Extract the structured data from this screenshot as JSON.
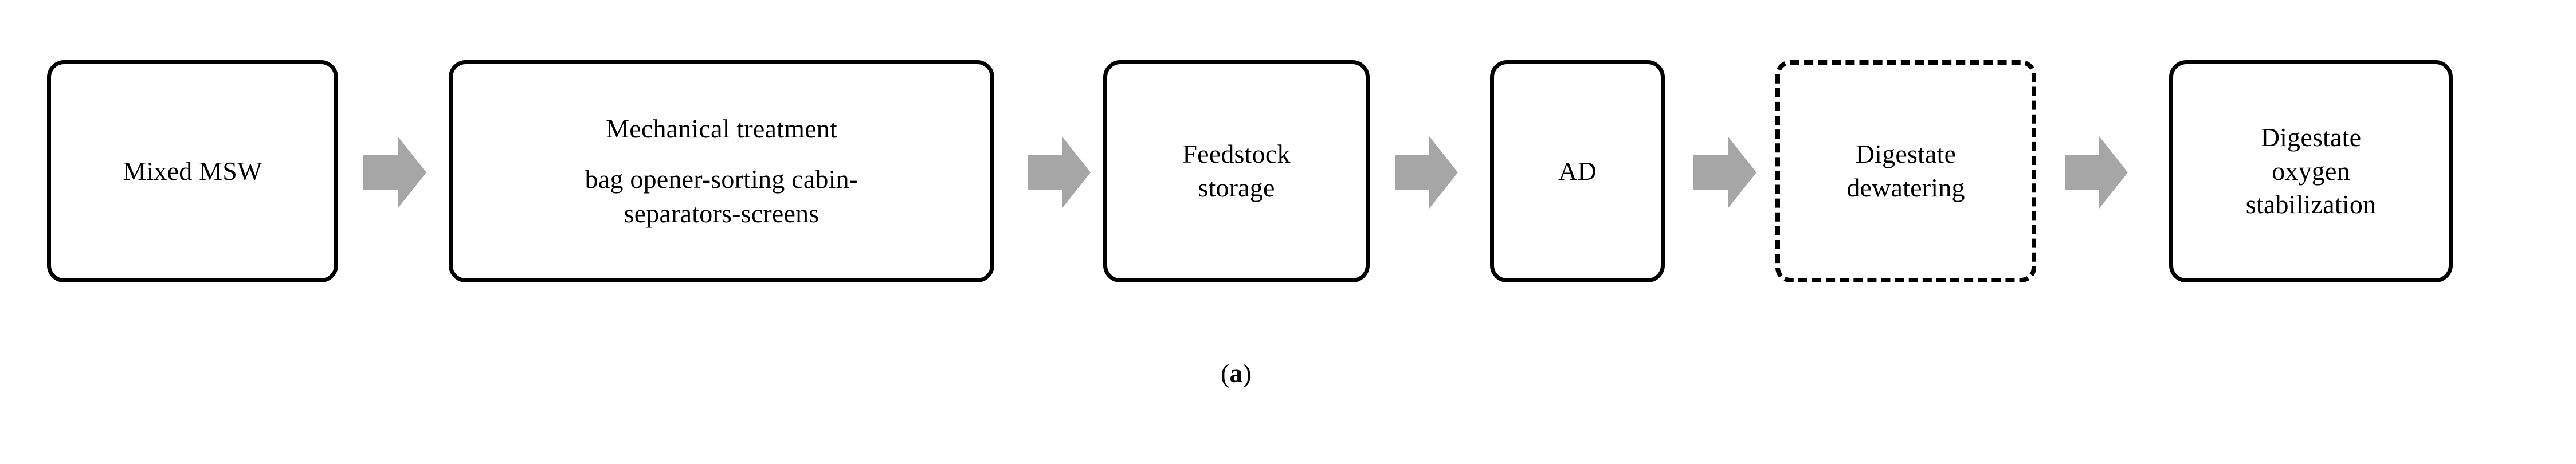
{
  "figure": {
    "caption_open": "(",
    "caption_letter": "a",
    "caption_close": ")",
    "arrow_color": "#A6A6A6",
    "box_border_color": "#000000",
    "text_color": "#000000",
    "background_color": "#FFFFFF"
  },
  "flow": {
    "nodes": [
      {
        "id": "mixed-msw",
        "style": "solid",
        "lines": [
          "Mixed MSW"
        ]
      },
      {
        "id": "mechanical-treatment",
        "style": "solid",
        "lines": [
          "Mechanical treatment",
          "bag opener-sorting cabin-",
          "separators-screens"
        ]
      },
      {
        "id": "feedstock-storage",
        "style": "solid",
        "lines": [
          "Feedstock",
          "storage"
        ]
      },
      {
        "id": "ad",
        "style": "solid",
        "lines": [
          "AD"
        ]
      },
      {
        "id": "digestate-dewatering",
        "style": "dashed",
        "lines": [
          "Digestate",
          "dewatering"
        ]
      },
      {
        "id": "digestate-oxygen-stabilization",
        "style": "solid",
        "lines": [
          "Digestate",
          "oxygen",
          "stabilization"
        ]
      }
    ],
    "connector_count": 5,
    "connector_direction": "right"
  }
}
